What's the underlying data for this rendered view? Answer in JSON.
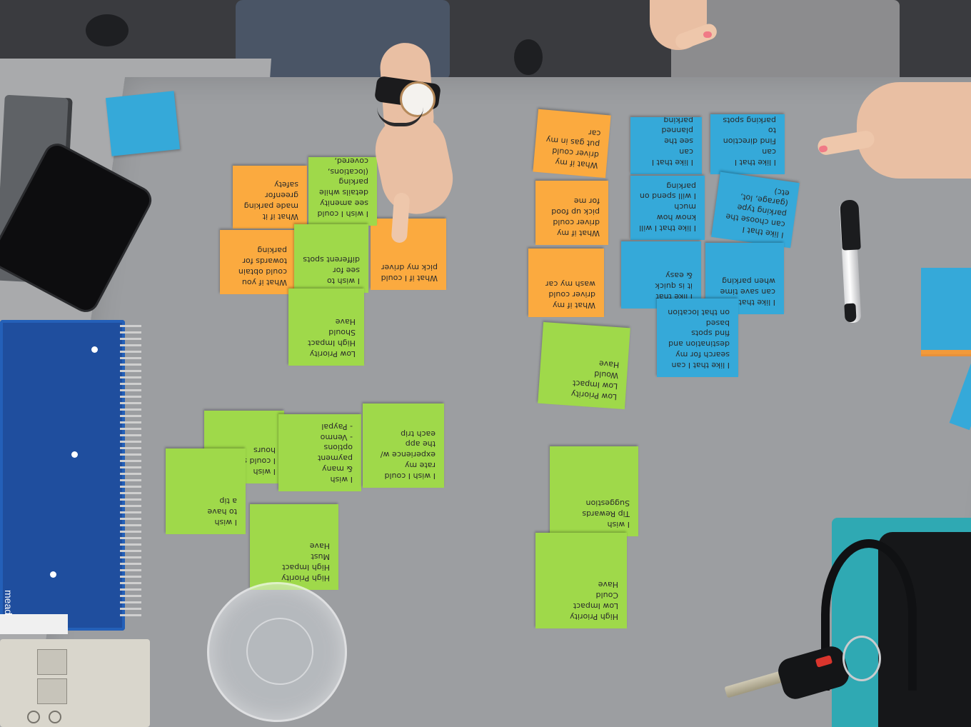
{
  "notes": {
    "orange": [
      "What if it\nmade parking\ngreenfor\nsafety",
      "What if you\ncould obtain\ntowards for\nparking",
      "What if I could\npick my driver",
      "What if my\ndriver could\nput gas in my\ncar",
      "What if my\ndriver could\npick up food\nfor me",
      "What if my\ndriver could\nwash my car"
    ],
    "green": [
      "I wish I could\nsee amenity\ndetails while\nparking (locations,\ncovered, etc)",
      "I wish to\nsee for\ndifferent spots",
      "Low Priority\nHigh Impact\nShould\nHave",
      "Low Priority\nLow Impact\nWould\nHave",
      "I wish\nI could see the\nhours",
      "I wish\nto have\na tip",
      "I wish\n& many payment\noptions\n- Venmo\n- Paypal",
      "I wish I could\nrate my\nexperience w/\nthe app\neach trip",
      "High Priority\nHigh Impact\nMust\nHave",
      "I wish\nTip Rewards\nSuggestion",
      "High Priority\nLow Impact\nCould\nHave"
    ],
    "blue": [
      "I like that I can\nsee the planned parking\noptions",
      "I like that I can\nFind direction to\nparking spots\nto parking options",
      "I like that I will\nknow how much\nI will spend on\nparking",
      "I like that I\ncan choose the\nparking type\n(garage, lot, etc)",
      "I like that\nit is quick\n& easy",
      "I like that I\ncan save time\nwhen parking",
      "I like that I can\nsearch for my\ndestination and\nfind spots based\non that location"
    ]
  },
  "objects": {
    "notebook_brand": "mead",
    "colors": {
      "orange_note": "#fbaa3f",
      "green_note": "#9fd94a",
      "blue_note": "#35a9d9",
      "table": "#9c9ea1"
    }
  }
}
